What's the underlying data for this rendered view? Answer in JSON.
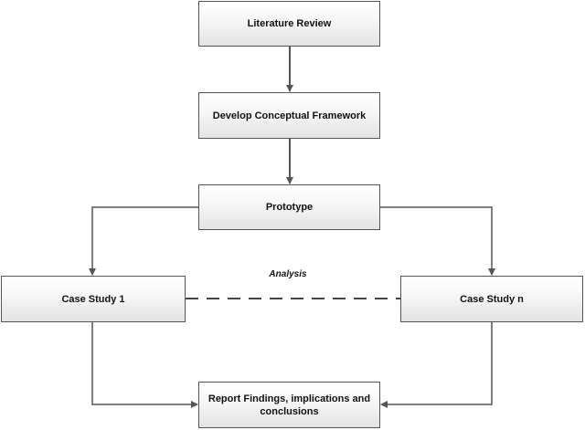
{
  "diagram": {
    "nodes": {
      "literature_review": "Literature Review",
      "framework": "Develop Conceptual Framework",
      "prototype": "Prototype",
      "case_study_1": "Case Study 1",
      "case_study_n": "Case Study n",
      "report": "Report Findings, implications and conclusions"
    },
    "edge_labels": {
      "analysis": "Analysis"
    },
    "edges": [
      {
        "from": "literature_review",
        "to": "framework",
        "style": "solid-arrow"
      },
      {
        "from": "framework",
        "to": "prototype",
        "style": "solid-arrow"
      },
      {
        "from": "prototype",
        "to": "case_study_1",
        "style": "solid-arrow"
      },
      {
        "from": "prototype",
        "to": "case_study_n",
        "style": "solid-arrow"
      },
      {
        "from": "case_study_1",
        "to": "case_study_n",
        "style": "dashed-line",
        "label": "analysis"
      },
      {
        "from": "case_study_1",
        "to": "report",
        "style": "solid-arrow"
      },
      {
        "from": "case_study_n",
        "to": "report",
        "style": "solid-arrow"
      }
    ],
    "colors": {
      "line": "#555555",
      "box_border": "#555555",
      "box_top": "#ffffff",
      "box_bottom": "#e3e3e3"
    }
  }
}
